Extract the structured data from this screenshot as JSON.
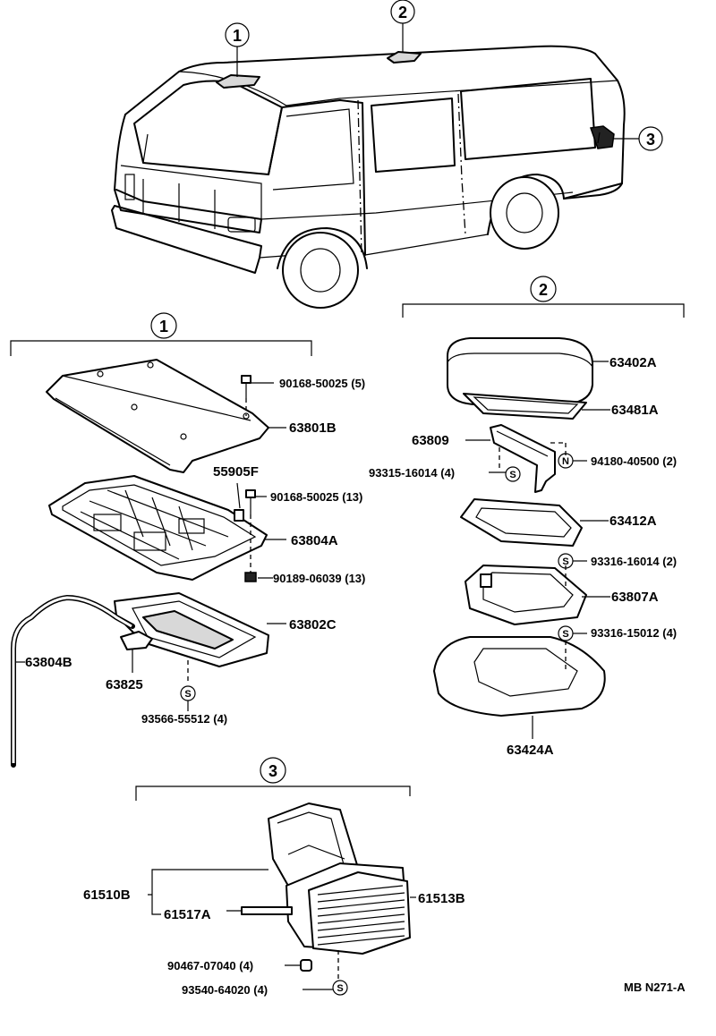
{
  "callouts": {
    "c1": "1",
    "c2": "2",
    "c3": "3"
  },
  "section1": {
    "number": "1",
    "parts": {
      "p1": "90168-50025 (5)",
      "p2": "63801B",
      "p3": "55905F",
      "p4": "90168-50025 (13)",
      "p5": "63804A",
      "p6": "90189-06039 (13)",
      "p7": "63802C",
      "p8": "63804B",
      "p9": "63825",
      "p10": "93566-55512 (4)"
    }
  },
  "section2": {
    "number": "2",
    "parts": {
      "p1": "63402A",
      "p2": "63481A",
      "p3": "63809",
      "p4": "94180-40500 (2)",
      "p5": "93315-16014 (4)",
      "p6": "63412A",
      "p7": "93316-16014 (2)",
      "p8": "63807A",
      "p9": "93316-15012 (4)",
      "p10": "63424A"
    }
  },
  "section3": {
    "number": "3",
    "parts": {
      "p1": "61510B",
      "p2": "61517A",
      "p3": "61513B",
      "p4": "90467-07040 (4)",
      "p5": "93540-64020 (4)"
    }
  },
  "symbols": {
    "s": "S",
    "n": "N"
  },
  "figure_code": "MB N271-A"
}
